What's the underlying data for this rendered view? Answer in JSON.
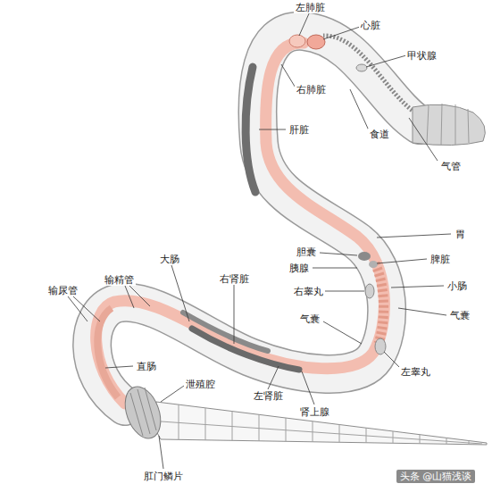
{
  "diagram": {
    "labels": [
      "左肺脏",
      "心脏",
      "甲状腺",
      "右肺脏",
      "食道",
      "气管",
      "肝脏",
      "胃",
      "胆囊",
      "脾脏",
      "胰腺",
      "右睾丸",
      "小肠",
      "气囊",
      "气囊",
      "左睾丸",
      "大肠",
      "输精管",
      "输尿管",
      "右肾脏",
      "直肠",
      "泄殖腔",
      "左肾脏",
      "肾上腺",
      "肛门鳞片",
      "头条 @山猫浅谈"
    ]
  }
}
